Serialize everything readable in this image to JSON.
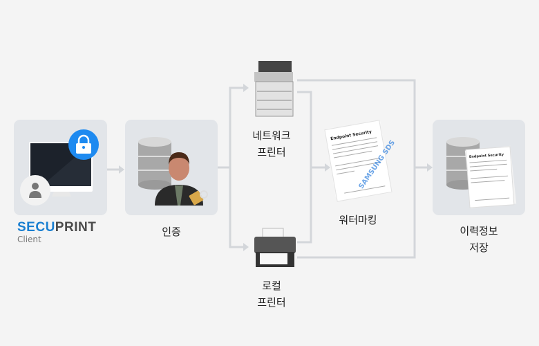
{
  "client": {
    "brand_part1": "SECU",
    "brand_part2": "PRINT",
    "label": "Client"
  },
  "auth": {
    "label": "인증"
  },
  "network_printer": {
    "line1": "네트워크",
    "line2": "프린터"
  },
  "local_printer": {
    "line1": "로컬",
    "line2": "프린터"
  },
  "watermark": {
    "label": "워터마킹",
    "doc_title": "Endpoint Security",
    "stamp": "SAMSUNG SDS"
  },
  "history": {
    "line1": "이력정보",
    "line2": "저장",
    "doc_title": "Endpoint Security"
  },
  "colors": {
    "box": "#e2e5e9",
    "connector": "#d3d6da",
    "brand_blue": "#1a7fd1",
    "brand_gray": "#4a4a4a",
    "lock_blue": "#1e8af0"
  }
}
